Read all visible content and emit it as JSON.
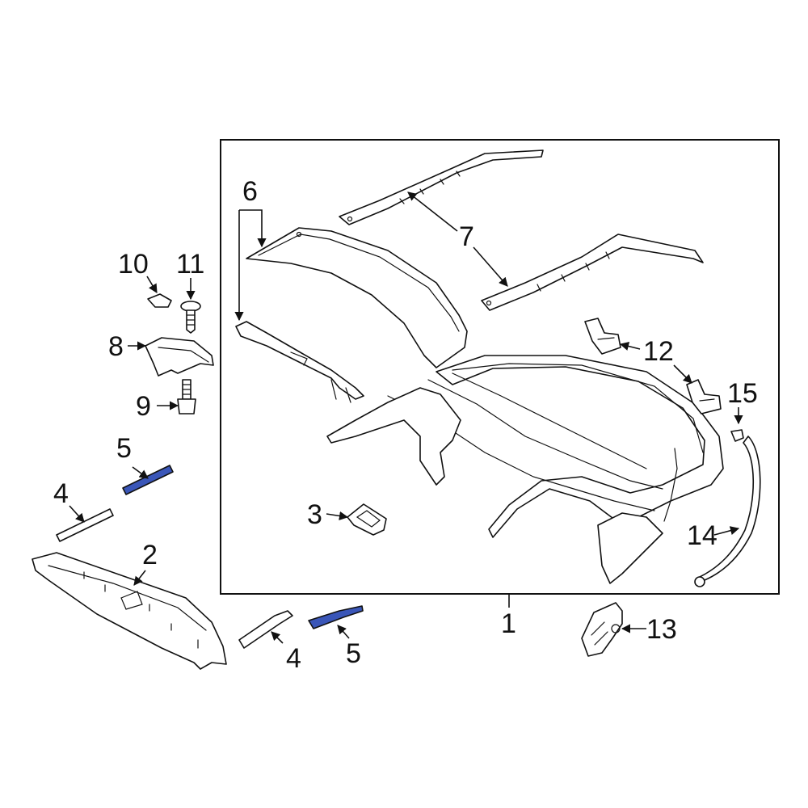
{
  "callouts": {
    "c1": "1",
    "c2": "2",
    "c3": "3",
    "c4a": "4",
    "c4b": "4",
    "c5a": "5",
    "c5b": "5",
    "c6": "6",
    "c7": "7",
    "c8": "8",
    "c9": "9",
    "c10": "10",
    "c11": "11",
    "c12": "12",
    "c13": "13",
    "c14": "14",
    "c15": "15"
  },
  "colors": {
    "highlight": "#3a56b8",
    "line": "#111111",
    "background": "#ffffff"
  }
}
